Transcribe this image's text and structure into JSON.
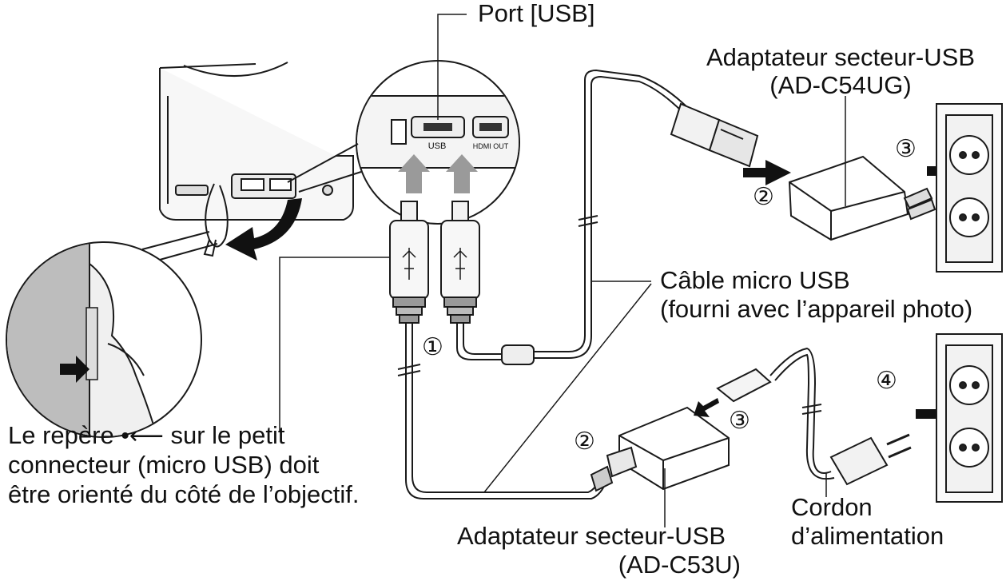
{
  "labels": {
    "port_usb": "Port [USB]",
    "adapter_ug_line1": "Adaptateur secteur-USB",
    "adapter_ug_line2": "(AD-C54UG)",
    "cable_line1": "Câble micro USB",
    "cable_line2": "(fourni avec l’appareil photo)",
    "note_pre": "Le repère",
    "note_mark": "•⟵",
    "note_post": "sur le petit",
    "note_line2": "connecteur (micro USB) doit",
    "note_line3": "être orienté du côté de l’objectif.",
    "adapter_u_line1": "Adaptateur secteur-USB",
    "adapter_u_line2": "(AD-C53U)",
    "cord_line1": "Cordon",
    "cord_line2": "d’alimentation",
    "camera_port_usb": "USB",
    "camera_port_hdmi": "HDMI OUT"
  },
  "steps": {
    "s1": "①",
    "s2a": "②",
    "s3a": "③",
    "s2b": "②",
    "s3b": "③",
    "s4": "④"
  },
  "colors": {
    "line": "#1a1a1a",
    "fill_light": "#f2f2f2",
    "fill_gray": "#bdbdbd",
    "arrow_gray": "#9a9a9a"
  }
}
